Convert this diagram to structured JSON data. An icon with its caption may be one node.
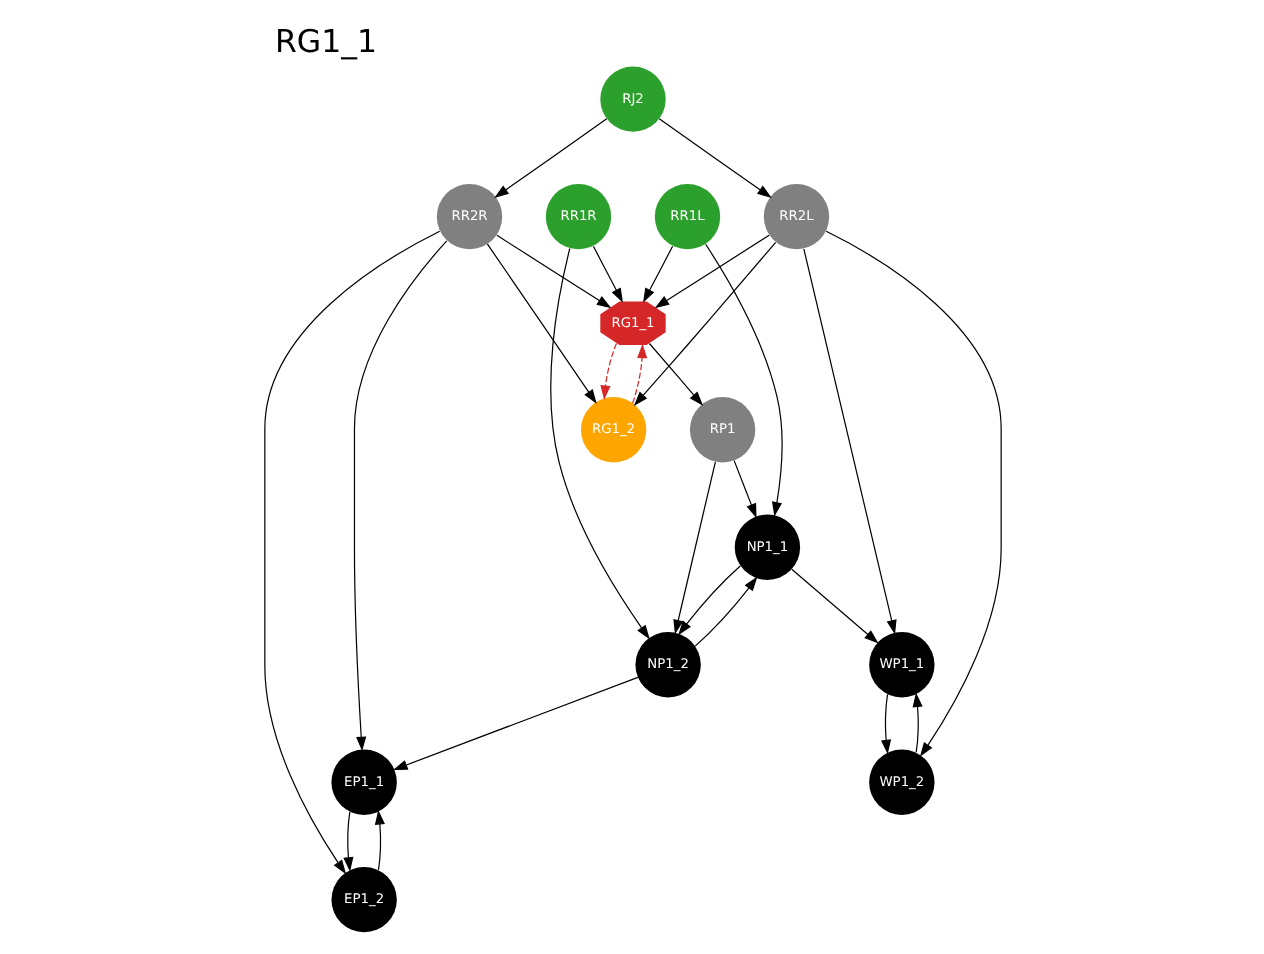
{
  "diagram": {
    "title": "RG1_1",
    "nodes": [
      {
        "text": [
          "NP1_1"
        ]
      },
      {
        "text": [
          "NP1_2"
        ]
      },
      {
        "text": [
          "RP1"
        ]
      },
      {
        "text": [
          "WP1_1"
        ]
      },
      {
        "text": [
          "EP1_1"
        ]
      },
      {
        "text": [
          "RR1L"
        ]
      },
      {
        "text": [
          "RR1R"
        ]
      },
      {
        "text": [
          "RG1_1"
        ]
      },
      {
        "text": [
          "WP1_2"
        ]
      },
      {
        "text": [
          "RR2L"
        ]
      },
      {
        "text": [
          "RJ2"
        ]
      },
      {
        "text": [
          "RR2R"
        ]
      },
      {
        "text": [
          "EP1_2"
        ]
      },
      {
        "text": [
          "RG1_2"
        ]
      }
    ],
    "edges": [
      {
        "from": 1,
        "to": 0,
        "arrow": "to"
      },
      {
        "from": 0,
        "to": 1,
        "arrow": "to"
      },
      {
        "from": 0,
        "to": 3,
        "arrow": "to"
      },
      {
        "from": 1,
        "to": 4,
        "arrow": "to"
      },
      {
        "from": 5,
        "to": 0,
        "arrow": "to"
      },
      {
        "from": 2,
        "to": 0,
        "arrow": "to"
      },
      {
        "from": 2,
        "to": 1,
        "arrow": "to"
      },
      {
        "from": 6,
        "to": 1,
        "arrow": "to"
      },
      {
        "from": 7,
        "to": 2,
        "arrow": "to"
      },
      {
        "from": 5,
        "to": 7,
        "arrow": "to"
      },
      {
        "from": 6,
        "to": 7,
        "arrow": "to"
      },
      {
        "from": 3,
        "to": 8,
        "arrow": "to"
      },
      {
        "from": 8,
        "to": 3,
        "arrow": "to"
      },
      {
        "from": 9,
        "to": 3,
        "arrow": "to"
      },
      {
        "from": 9,
        "to": 8,
        "arrow": "to"
      },
      {
        "from": 9,
        "to": 7,
        "arrow": "to"
      },
      {
        "from": 9,
        "to": 13,
        "arrow": "to"
      },
      {
        "from": 10,
        "to": 9,
        "arrow": "to"
      },
      {
        "from": 10,
        "to": 11,
        "arrow": "to"
      },
      {
        "from": 11,
        "to": 12,
        "arrow": "to"
      },
      {
        "from": 11,
        "to": 4,
        "arrow": "to"
      },
      {
        "from": 11,
        "to": 7,
        "arrow": "to"
      },
      {
        "from": 11,
        "to": 13,
        "arrow": "to"
      },
      {
        "from": 4,
        "to": 12,
        "arrow": "to"
      },
      {
        "from": 12,
        "to": 4,
        "arrow": "to"
      },
      {
        "from": 7,
        "to": 13,
        "arrow": "to",
        "style": "dashed",
        "color": "#d62728"
      },
      {
        "from": 13,
        "to": 7,
        "arrow": "to",
        "style": "dashed",
        "color": "#d62728"
      }
    ]
  }
}
